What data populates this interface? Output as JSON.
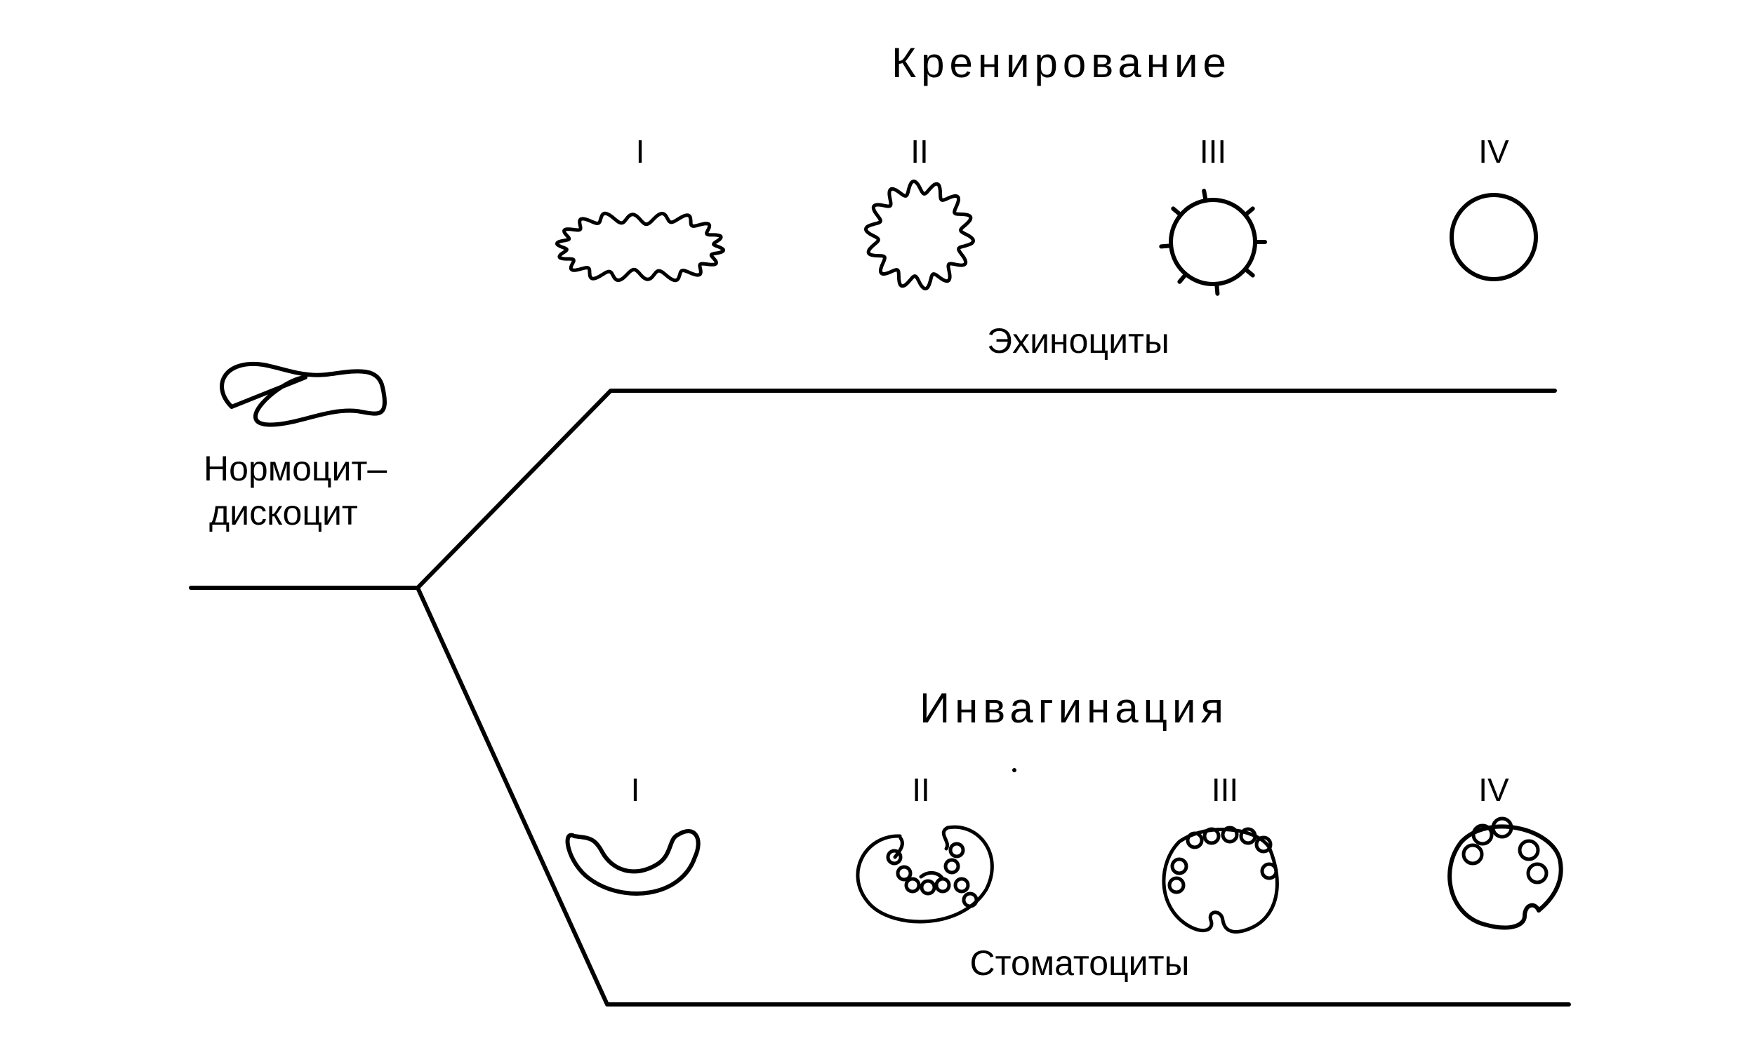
{
  "diagram": {
    "normocyte": {
      "line1": "Нормоцит–",
      "line2": "дискоцит"
    },
    "crenation": {
      "title": "Кренирование",
      "stages": [
        "I",
        "II",
        "III",
        "IV"
      ],
      "cells_label": "Эхиноциты"
    },
    "invagination": {
      "title": "Инвагинация",
      "stages": [
        "I",
        "II",
        "III",
        "IV"
      ],
      "cells_label": "Стоматоциты"
    }
  }
}
